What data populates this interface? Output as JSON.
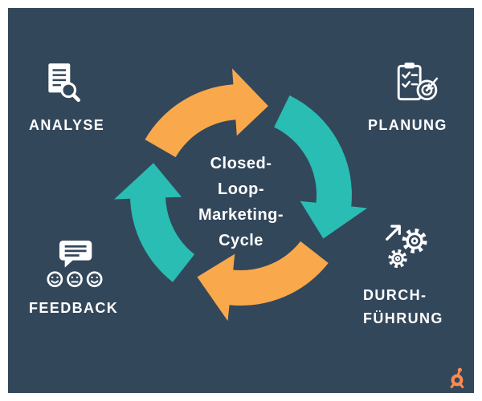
{
  "colors": {
    "background": "#33475B",
    "frame": "#FFFFFF",
    "teal": "#2ABDB3",
    "orange": "#F9A94B",
    "text": "#FFFFFF",
    "logo_orange": "#FF8A4D"
  },
  "center_title": {
    "lines": [
      "Closed-",
      "Loop-",
      "Marketing-",
      "Cycle"
    ]
  },
  "stages": [
    {
      "label": "ANALYSE",
      "icon": "document-magnifier-icon"
    },
    {
      "label": "PLANUNG",
      "icon": "clipboard-target-icon"
    },
    {
      "label_line1": "DURCH-",
      "label_line2": "FÜHRUNG",
      "icon": "arrow-gears-icon"
    },
    {
      "label": "FEEDBACK",
      "icon": "speech-bubble-smileys-icon"
    }
  ],
  "cycle": {
    "direction": "clockwise",
    "arrow_colors": [
      "orange",
      "teal",
      "orange",
      "teal"
    ]
  },
  "logo": {
    "name": "hubspot-sprocket-logo"
  }
}
